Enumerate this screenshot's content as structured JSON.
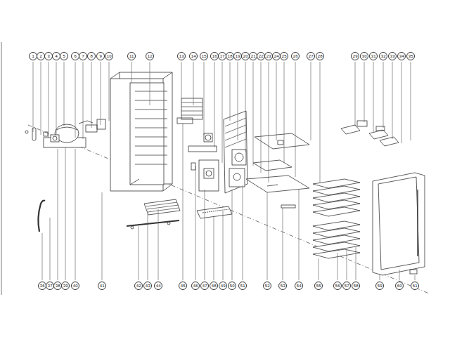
{
  "diagram": {
    "labels": [
      "1",
      "2",
      "3",
      "4",
      "5",
      "6",
      "7",
      "8",
      "9",
      "10",
      "11",
      "12",
      "13",
      "14",
      "15",
      "16",
      "17",
      "18",
      "19",
      "20",
      "21",
      "22",
      "23",
      "24",
      "25",
      "26",
      "27",
      "28",
      "29",
      "30",
      "31",
      "32",
      "33",
      "34",
      "35",
      "36",
      "37",
      "38",
      "39",
      "40",
      "41",
      "42",
      "43",
      "44",
      "45",
      "46",
      "47",
      "48",
      "49",
      "50",
      "51",
      "52",
      "53",
      "54",
      "55",
      "56",
      "57",
      "58",
      "59",
      "60",
      "61"
    ]
  }
}
